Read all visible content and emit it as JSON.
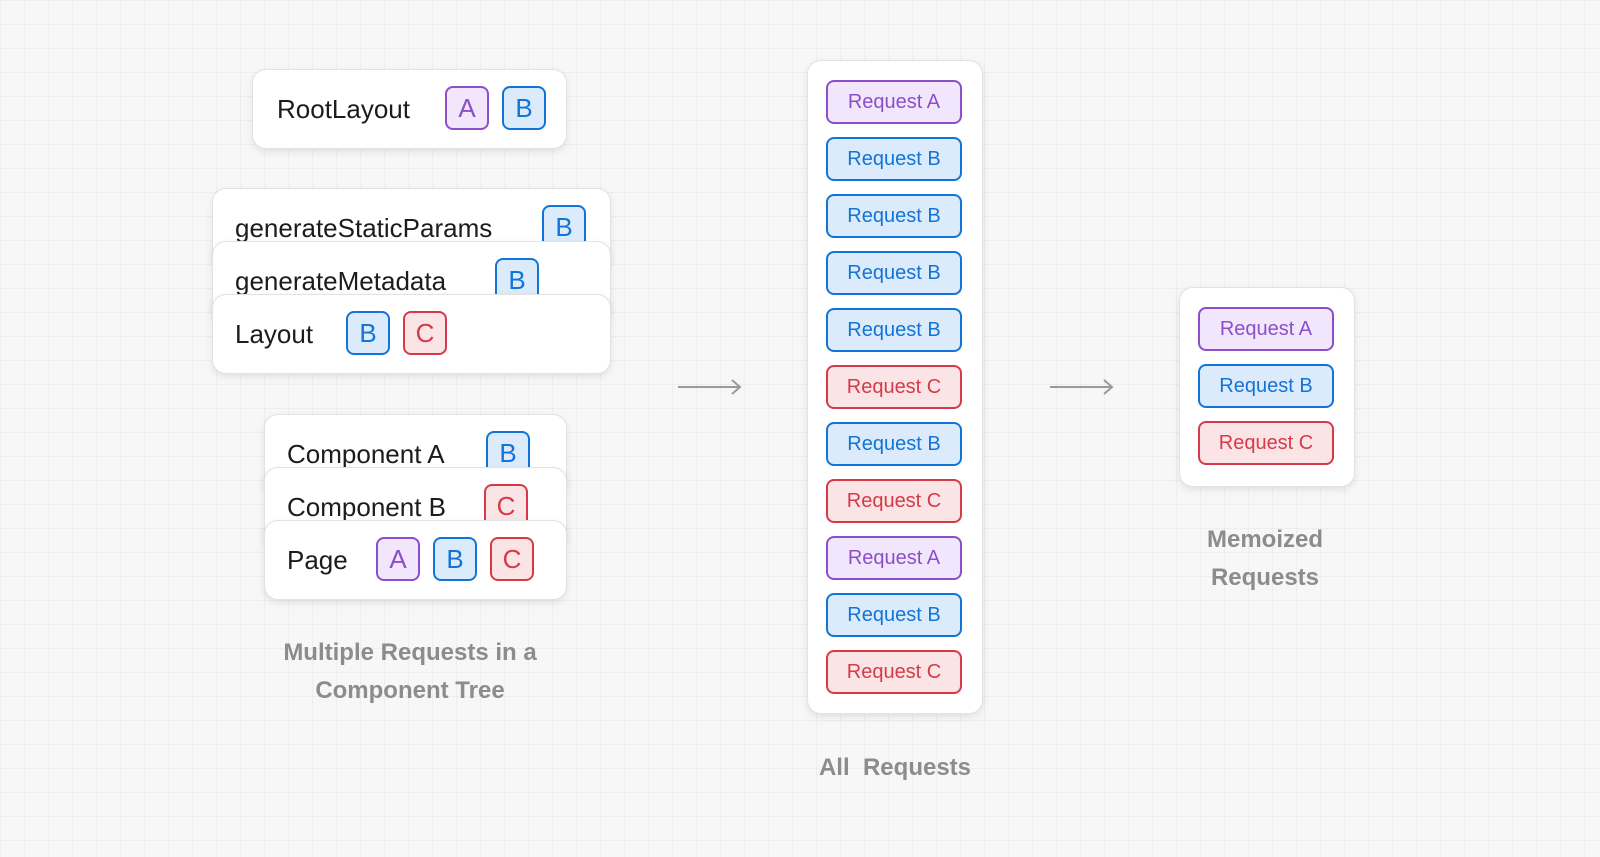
{
  "component_tree": {
    "root_layout": {
      "label": "RootLayout",
      "badges": [
        "A",
        "B"
      ]
    },
    "generate_static_params": {
      "label": "generateStaticParams",
      "badges": [
        "B"
      ]
    },
    "generate_metadata": {
      "label": "generateMetadata",
      "badges": [
        "B"
      ]
    },
    "layout": {
      "label": "Layout",
      "badges": [
        "B",
        "C"
      ]
    },
    "component_a": {
      "label": "Component A",
      "badges": [
        "B"
      ]
    },
    "component_b": {
      "label": "Component B",
      "badges": [
        "C"
      ]
    },
    "page": {
      "label": "Page",
      "badges": [
        "A",
        "B",
        "C"
      ]
    },
    "caption_line1": "Multiple Requests in a",
    "caption_line2": "Component Tree"
  },
  "all_requests": {
    "items": [
      {
        "label": "Request A",
        "kind": "A"
      },
      {
        "label": "Request B",
        "kind": "B"
      },
      {
        "label": "Request B",
        "kind": "B"
      },
      {
        "label": "Request B",
        "kind": "B"
      },
      {
        "label": "Request B",
        "kind": "B"
      },
      {
        "label": "Request C",
        "kind": "C"
      },
      {
        "label": "Request B",
        "kind": "B"
      },
      {
        "label": "Request C",
        "kind": "C"
      },
      {
        "label": "Request A",
        "kind": "A"
      },
      {
        "label": "Request B",
        "kind": "B"
      },
      {
        "label": "Request C",
        "kind": "C"
      }
    ],
    "caption": "All  Requests"
  },
  "memoized_requests": {
    "items": [
      {
        "label": "Request A",
        "kind": "A"
      },
      {
        "label": "Request B",
        "kind": "B"
      },
      {
        "label": "Request C",
        "kind": "C"
      }
    ],
    "caption_line1": "Memoized",
    "caption_line2": "Requests"
  },
  "colors": {
    "request_a": "#8a4fc9",
    "request_b": "#1274d6",
    "request_c": "#d63a48",
    "caption": "#8c8c8c",
    "arrow": "#9a9a9a"
  },
  "icons": {
    "flow_arrow": "right-arrow-icon"
  }
}
